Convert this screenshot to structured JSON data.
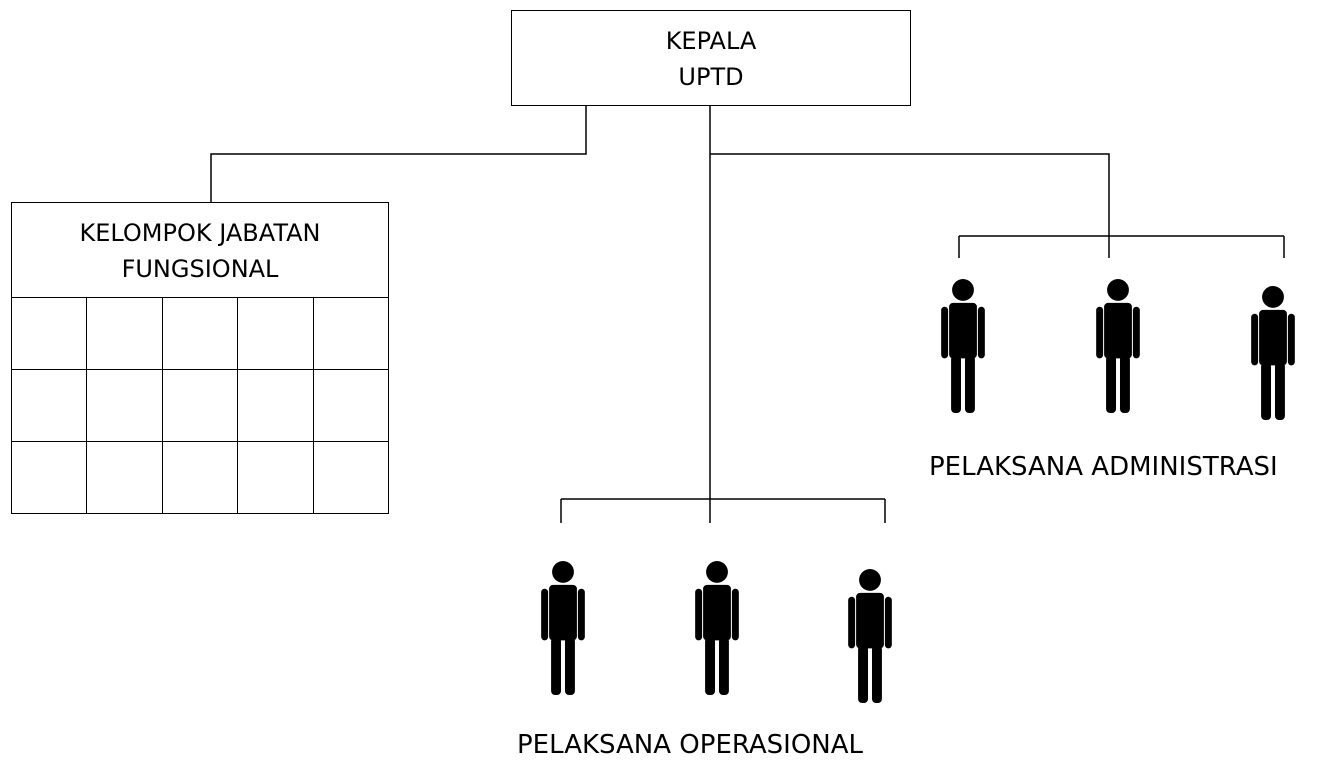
{
  "head": {
    "line1": "KEPALA",
    "line2": "UPTD"
  },
  "functional_group": {
    "line1": "KELOMPOK JABATAN",
    "line2": "FUNGSIONAL",
    "rows": 3,
    "cols": 5
  },
  "administration": {
    "label": "PELAKSANA ADMINISTRASI",
    "icon": "person-icon",
    "count": 3
  },
  "operational": {
    "label": "PELAKSANA OPERASIONAL",
    "icon": "person-icon",
    "count": 3
  },
  "colors": {
    "line": "#000000",
    "background": "#ffffff"
  }
}
